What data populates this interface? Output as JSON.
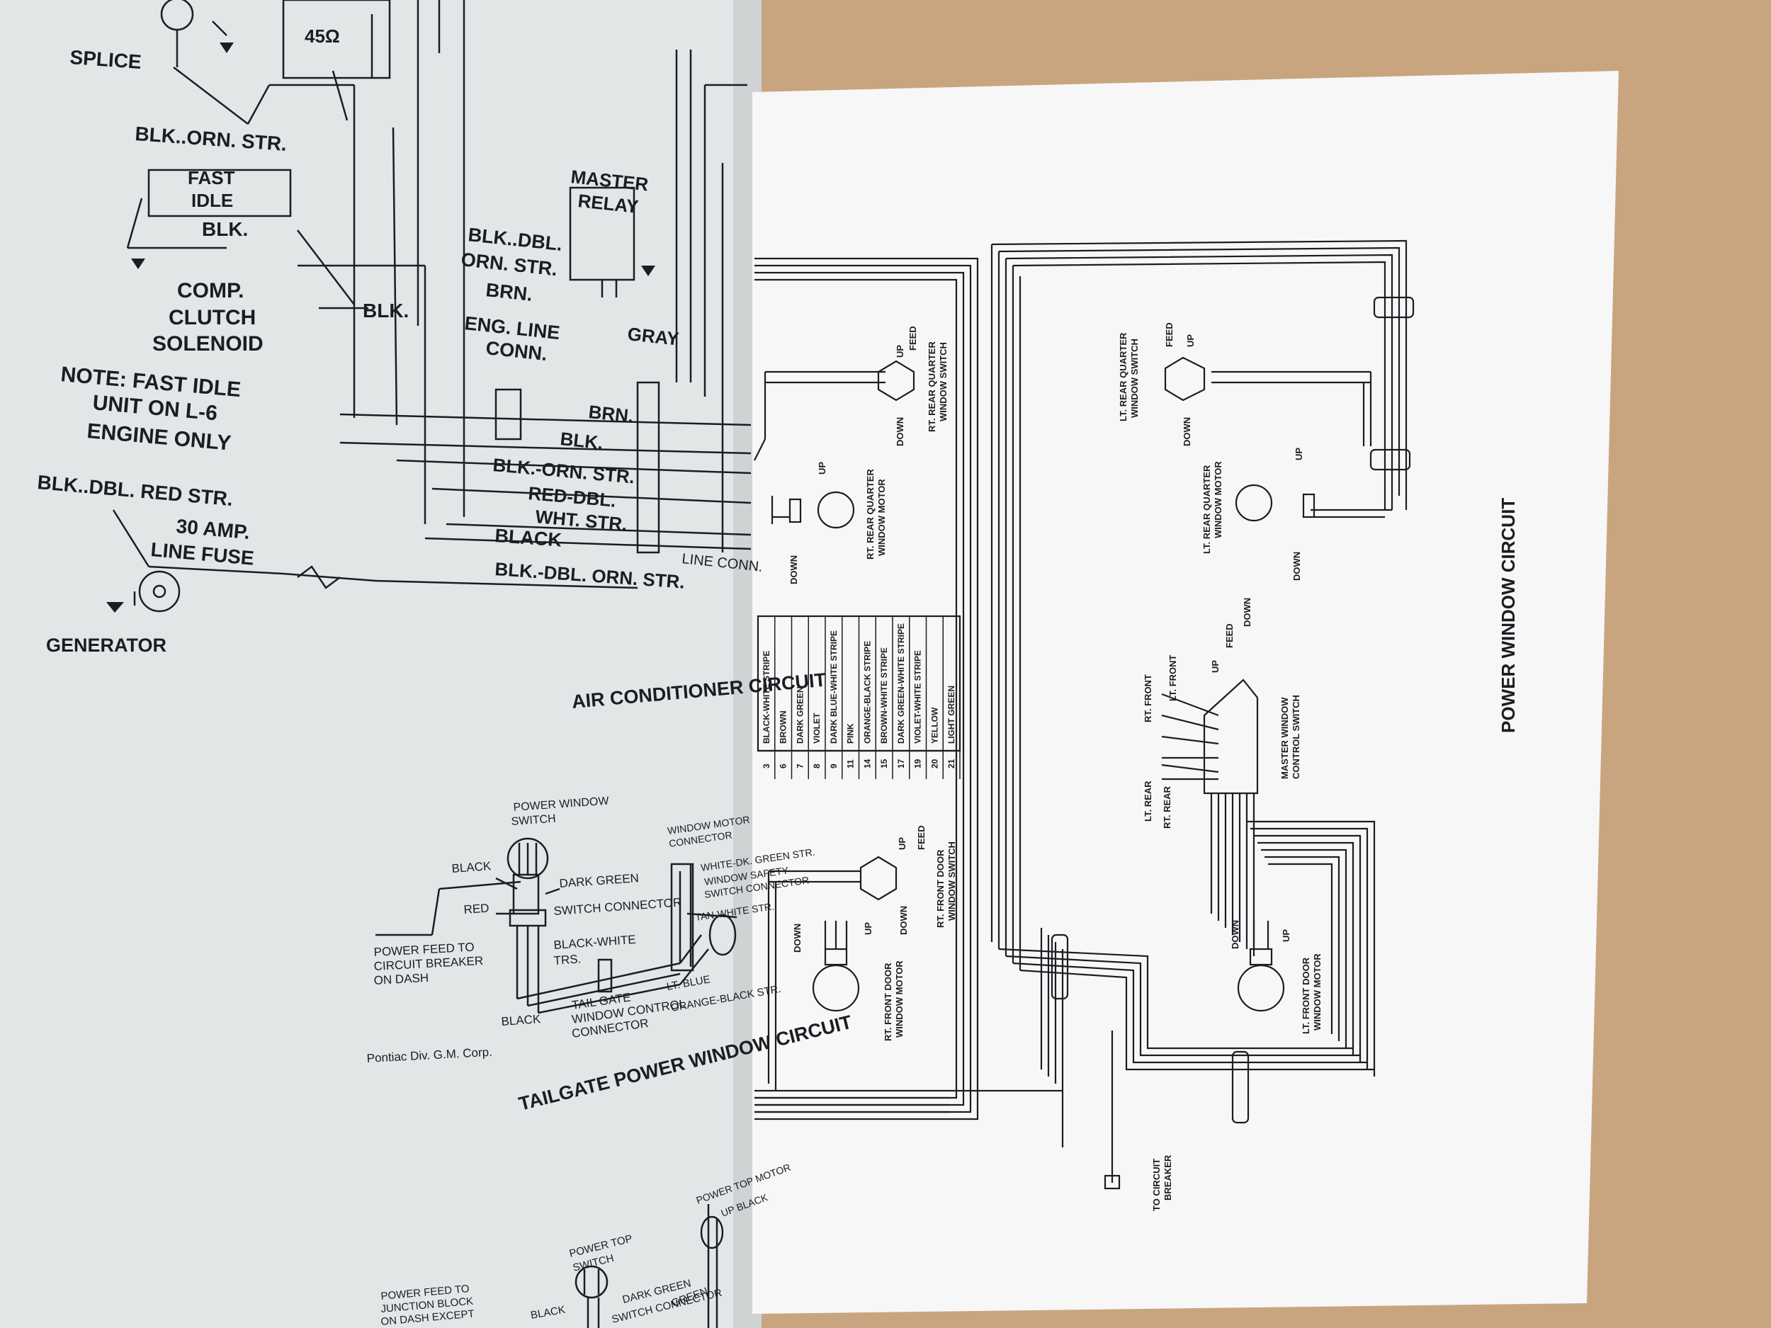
{
  "colors": {
    "table": "#c9a57f",
    "left_page": "#e3e6e6",
    "right_page": "#f7f7f7",
    "ink": "#1b1d22"
  },
  "left_page": {
    "ac_labels": {
      "resistor": "45Ω",
      "splice": "SPLICE",
      "blk_orn_str": "BLK..ORN. STR.",
      "fast": "FAST",
      "idle": "IDLE",
      "blk": "BLK.",
      "comp_line1": "COMP.",
      "comp_line2": "CLUTCH",
      "comp_line3": "SOLENOID",
      "blk_right": "BLK.",
      "master_line1": "MASTER",
      "master_line2": "RELAY",
      "blk_dbl_line1": "BLK..DBL.",
      "blk_dbl_line2": "ORN. STR.",
      "brn": "BRN.",
      "eng_line1": "ENG. LINE",
      "eng_line2": "CONN.",
      "gray": "GRAY",
      "note_line1": "NOTE: FAST IDLE",
      "note_line2": "UNIT ON L-6",
      "note_line3": "ENGINE ONLY",
      "brn2": "BRN.",
      "blk2": "BLK.",
      "blk_orn_str2": "BLK.-ORN. STR.",
      "red_dbl_line1": "RED-DBL.",
      "red_dbl_line2": "WHT. STR.",
      "black": "BLACK",
      "blk_dbl_red": "BLK..DBL. RED STR.",
      "fuse_line1": "30 AMP.",
      "fuse_line2": "LINE FUSE",
      "blk_dbl_orn": "BLK.-DBL. ORN. STR.",
      "line_conn": "LINE CONN.",
      "generator": "GENERATOR"
    },
    "ac_title": "AIR CONDITIONER CIRCUIT",
    "tailgate_labels": {
      "pw_switch_line1": "POWER WINDOW",
      "pw_switch_line2": "SWITCH",
      "black": "BLACK",
      "red": "RED",
      "dark_green": "DARK GREEN",
      "switch_connector": "SWITCH CONNECTOR",
      "wm_line1": "WINDOW MOTOR",
      "wm_line2": "CONNECTOR",
      "wdg_line1": "WHITE-DK. GREEN STR.",
      "wdg_line2": "WINDOW SAFETY",
      "wdg_line3": "SWITCH CONNECTOR",
      "tan_white": "TAN-WHITE STR.",
      "feed_line1": "POWER FEED TO",
      "feed_line2": "CIRCUIT BREAKER",
      "feed_line3": "ON DASH",
      "bw_line1": "BLACK-WHITE",
      "bw_line2": "TRS.",
      "black2": "BLACK",
      "tg_line1": "TAIL GATE",
      "tg_line2": "WINDOW CONTROL",
      "tg_line3": "CONNECTOR",
      "lt_blue": "LT. BLUE",
      "orange_black": "ORANGE-BLACK STR.",
      "copyright": "Pontiac Div. G.M. Corp."
    },
    "tailgate_title": "TAILGATE POWER WINDOW CIRCUIT",
    "bottom_labels": {
      "power_top_motor": "POWER TOP MOTOR",
      "up_black": "UP BLACK",
      "pts_line1": "POWER TOP",
      "pts_line2": "SWITCH",
      "dark_green": "DARK GREEN",
      "feed_line1": "POWER FEED TO",
      "feed_line2": "JUNCTION BLOCK",
      "feed_line3": "ON DASH EXCEPT",
      "black": "BLACK",
      "switch_conn": "SWITCH CONNECTOR",
      "green": "GREEN"
    }
  },
  "right_page": {
    "title": "POWER WINDOW CIRCUIT",
    "color_code": [
      {
        "num": "3",
        "color": "BLACK-WHITE STRIPE"
      },
      {
        "num": "6",
        "color": "BROWN"
      },
      {
        "num": "7",
        "color": "DARK GREEN"
      },
      {
        "num": "8",
        "color": "VIOLET"
      },
      {
        "num": "9",
        "color": "DARK BLUE-WHITE STRIPE"
      },
      {
        "num": "11",
        "color": "PINK"
      },
      {
        "num": "14",
        "color": "ORANGE-BLACK STRIPE"
      },
      {
        "num": "15",
        "color": "BROWN-WHITE STRIPE"
      },
      {
        "num": "17",
        "color": "DARK GREEN-WHITE STRIPE"
      },
      {
        "num": "19",
        "color": "VIOLET-WHITE STRIPE"
      },
      {
        "num": "20",
        "color": "YELLOW"
      },
      {
        "num": "21",
        "color": "LIGHT GREEN"
      }
    ],
    "labels": {
      "rt_rear_qtr_switch_1": "RT. REAR QUARTER",
      "rt_rear_qtr_switch_2": "WINDOW SWITCH",
      "rt_rear_qtr_motor_1": "RT. REAR QUARTER",
      "rt_rear_qtr_motor_2": "WINDOW MOTOR",
      "lt_rear_qtr_switch_1": "LT. REAR QUARTER",
      "lt_rear_qtr_switch_2": "WINDOW SWITCH",
      "lt_rear_qtr_motor_1": "LT. REAR QUARTER",
      "lt_rear_qtr_motor_2": "WINDOW MOTOR",
      "rt_front_door_switch_1": "RT. FRONT DOOR",
      "rt_front_door_switch_2": "WINDOW SWITCH",
      "rt_front_door_motor_1": "RT. FRONT DOOR",
      "rt_front_door_motor_2": "WINDOW MOTOR",
      "lt_front_door_motor_1": "LT. FRONT DOOR",
      "lt_front_door_motor_2": "WINDOW MOTOR",
      "master_switch_1": "MASTER WINDOW",
      "master_switch_2": "CONTROL SWITCH",
      "rt_front": "RT. FRONT",
      "lt_front": "LT. FRONT",
      "lt_rear": "LT. REAR",
      "rt_rear": "RT. REAR",
      "up": "UP",
      "down": "DOWN",
      "feed": "FEED",
      "breaker_1": "TO CIRCUIT",
      "breaker_2": "BREAKER"
    }
  }
}
